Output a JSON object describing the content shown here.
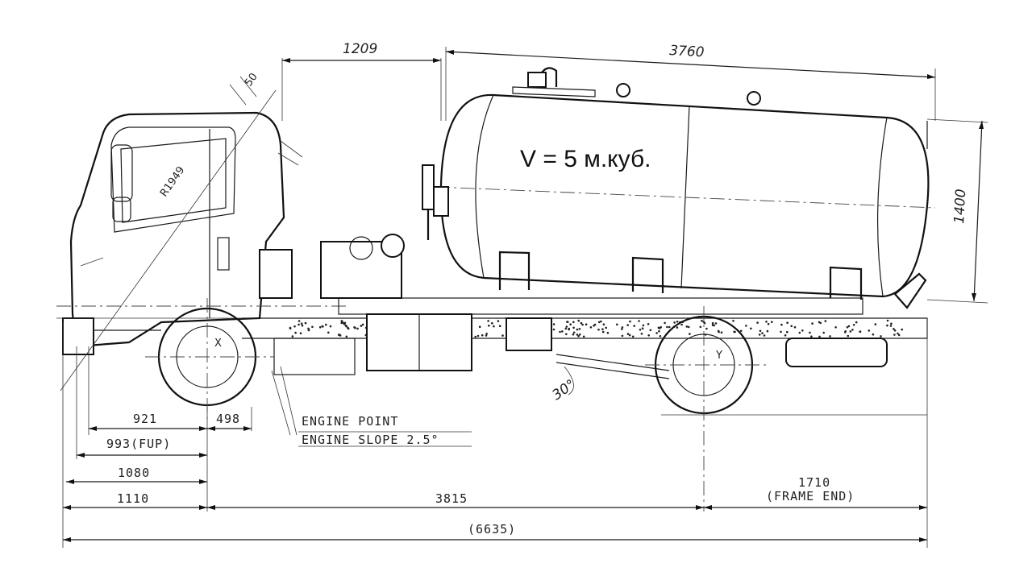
{
  "tank": {
    "volume_label": "V = 5 м.куб.",
    "length": "3760",
    "diameter": "1400"
  },
  "cab": {
    "offset_to_tank": "1209",
    "radius_label": "R1949",
    "angle_label": "50",
    "center_label": "X"
  },
  "rear_axle": {
    "center_label": "Y",
    "angle_label": "30°"
  },
  "engine": {
    "point_label": "ENGINE POINT",
    "slope_label": "ENGINE SLOPE 2.5°"
  },
  "dimensions": {
    "d921": "921",
    "d498": "498",
    "d993": "993(FUP)",
    "d1080": "1080",
    "d1110": "1110",
    "wheelbase": "3815",
    "rear_overhang": "1710",
    "rear_overhang_note": "(FRAME END)",
    "overall": "(6635)"
  }
}
